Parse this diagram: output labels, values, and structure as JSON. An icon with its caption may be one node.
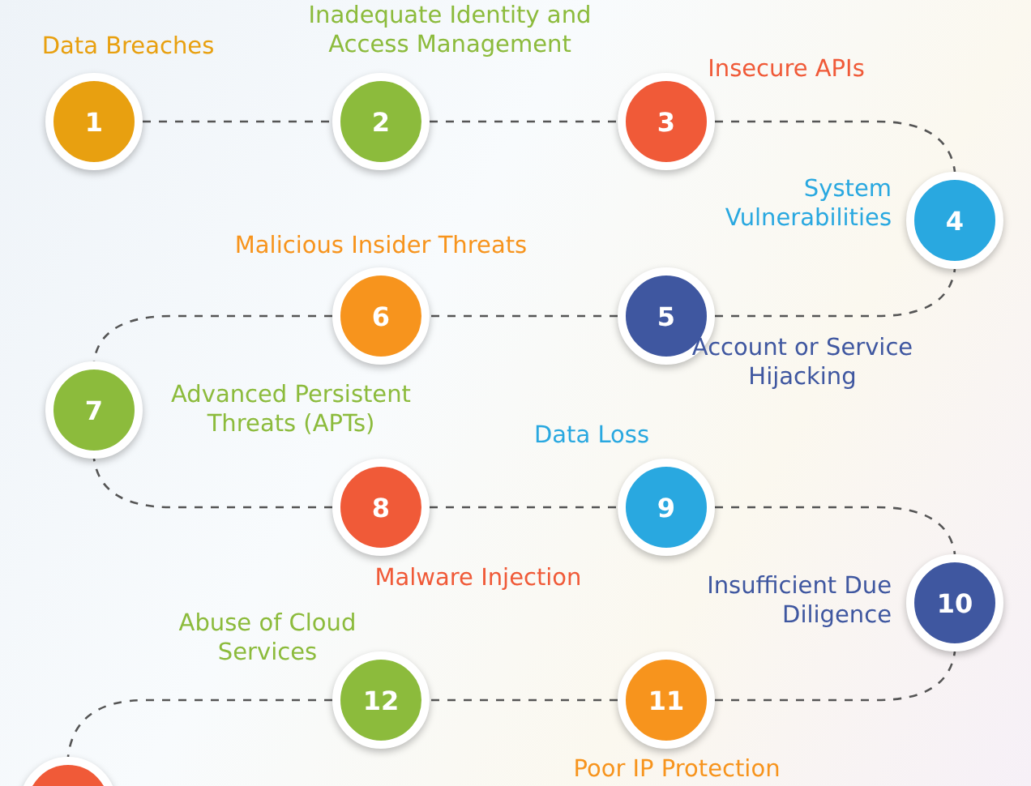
{
  "diagram": {
    "nodes": [
      {
        "text": [
          "1"
        ],
        "beside": [
          "Data Breaches"
        ]
      },
      {
        "text": [
          "2"
        ],
        "beside": [
          "Inadequate Identity and Access Management"
        ]
      },
      {
        "text": [
          "3"
        ],
        "beside": [
          "Insecure APIs"
        ]
      },
      {
        "text": [
          "4"
        ],
        "beside": [
          "System Vulnerabilities"
        ]
      },
      {
        "text": [
          "5"
        ],
        "beside": [
          "Account or Service Hijacking"
        ]
      },
      {
        "text": [
          "6"
        ],
        "beside": [
          "Malicious Insider Threats"
        ]
      },
      {
        "text": [
          "7"
        ],
        "beside": [
          "Advanced Persistent Threats (APTs)"
        ]
      },
      {
        "text": [
          "8"
        ],
        "beside": [
          "Malware Injection"
        ]
      },
      {
        "text": [
          "9"
        ],
        "beside": [
          "Data Loss"
        ]
      },
      {
        "text": [
          "10"
        ],
        "beside": [
          "Insufficient Due Diligence"
        ]
      },
      {
        "text": [
          "11"
        ],
        "beside": [
          "Poor IP Protection"
        ]
      },
      {
        "text": [
          "12"
        ],
        "beside": [
          "Abuse of Cloud Services"
        ]
      },
      {
        "text": [],
        "shape": "circle"
      }
    ],
    "edges": [
      {
        "from": 0,
        "to": 1,
        "arrow": "none"
      },
      {
        "from": 1,
        "to": 2,
        "arrow": "none"
      },
      {
        "from": 2,
        "to": 3,
        "arrow": "none"
      },
      {
        "from": 3,
        "to": 4,
        "arrow": "none"
      },
      {
        "from": 4,
        "to": 5,
        "arrow": "none"
      },
      {
        "from": 5,
        "to": 6,
        "arrow": "none"
      },
      {
        "from": 6,
        "to": 7,
        "arrow": "none"
      },
      {
        "from": 7,
        "to": 8,
        "arrow": "none"
      },
      {
        "from": 8,
        "to": 9,
        "arrow": "none"
      },
      {
        "from": 9,
        "to": 10,
        "arrow": "none"
      },
      {
        "from": 10,
        "to": 11,
        "arrow": "none"
      },
      {
        "from": 11,
        "to": 12,
        "arrow": "none"
      }
    ]
  }
}
